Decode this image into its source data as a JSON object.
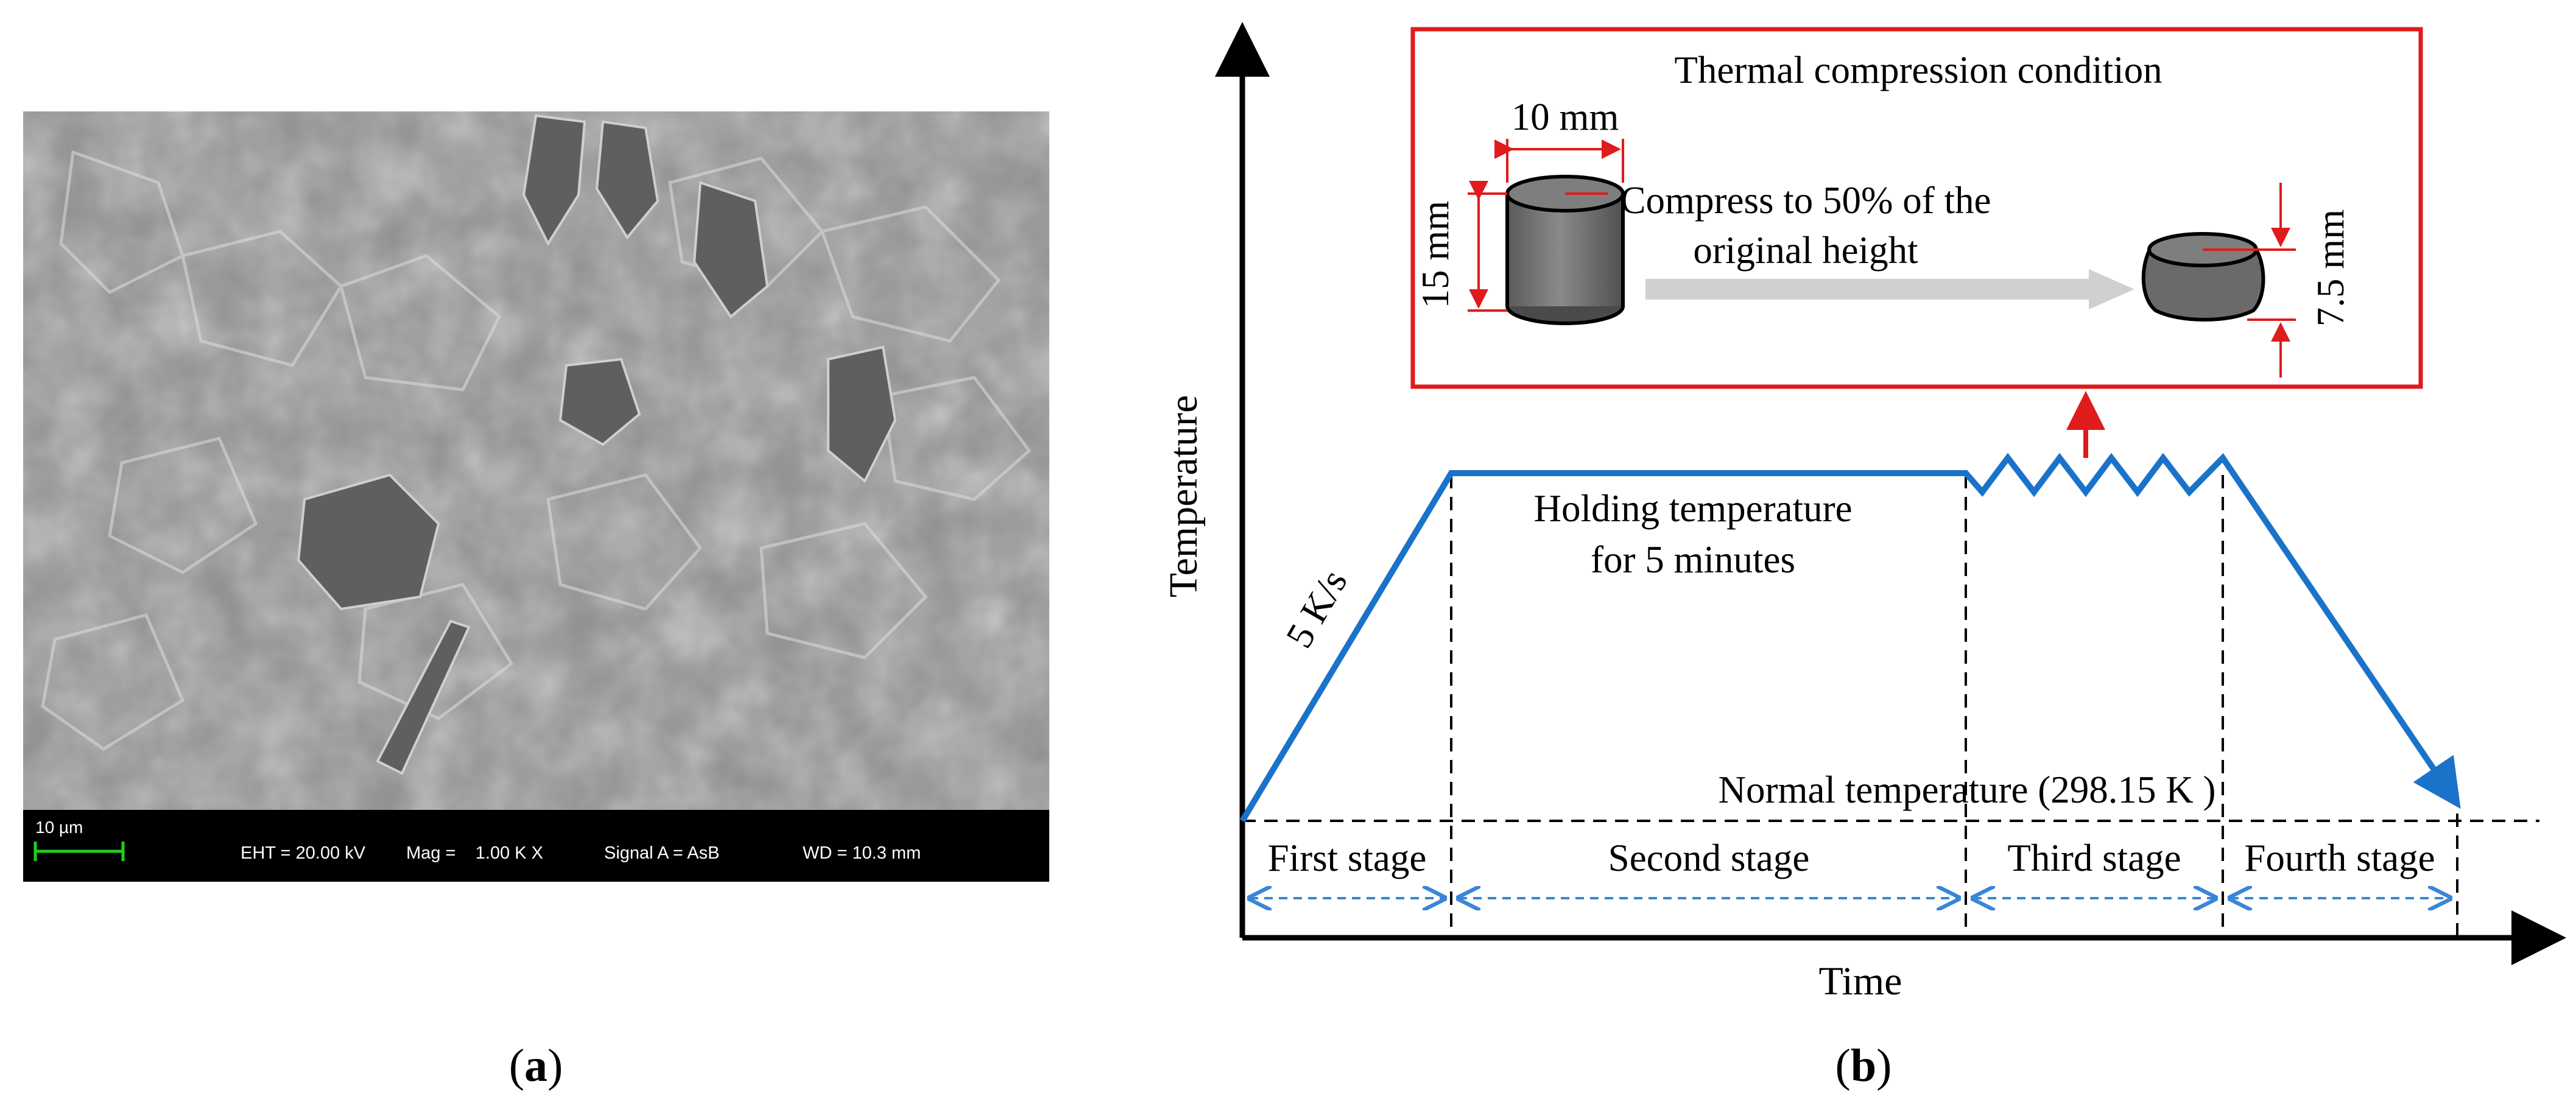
{
  "panel_a": {
    "caption_open": "(",
    "caption_letter": "a",
    "caption_close": ")",
    "scale_bar_label": "10 µm",
    "eht": "EHT = 20.00 kV",
    "mag": "Mag =    1.00 K X",
    "signal": "Signal A = AsB",
    "wd": "WD = 10.3 mm",
    "colors": {
      "sem_bg": "#8a8a8a",
      "info_bar": "#000000",
      "scale_bar": "#22cc22"
    }
  },
  "panel_b": {
    "caption_open": "(",
    "caption_letter": "b",
    "caption_close": ")",
    "y_axis_label": "Temperature",
    "x_axis_label": "Time",
    "ramp_rate_label": "5 K/s",
    "holding_line1": "Holding temperature",
    "holding_line2": "for 5 minutes",
    "normal_temp_label": "Normal temperature (298.15 K )",
    "stages": [
      "First stage",
      "Second stage",
      "Third stage",
      "Fourth stage"
    ],
    "inset": {
      "title": "Thermal compression condition",
      "diameter": "10 mm",
      "height": "15 mm",
      "compress_line1": "Compress to 50% of the",
      "compress_line2": "original height",
      "final_height": "7.5 mm"
    },
    "colors": {
      "curve": "#1a73c8",
      "inset_border": "#e01b1b",
      "dim_lines": "#e01b1b",
      "stage_arrows": "#3a86d6",
      "arrow_gray": "#d0d0d0",
      "cylinder": "#6e6e6e"
    }
  }
}
